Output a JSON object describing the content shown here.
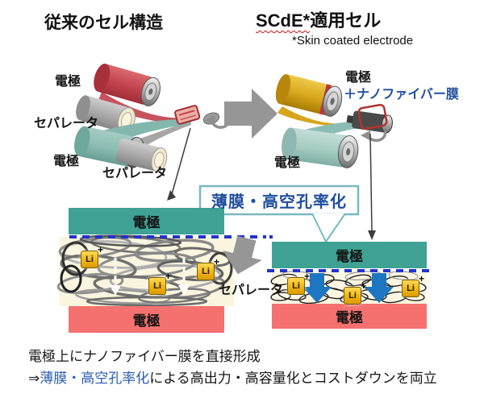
{
  "header": {
    "left_title": "従来のセル構造",
    "right_title_brand": "SCdE*",
    "right_title_rest": "適用セル",
    "right_subtitle": "*Skin coated electrode"
  },
  "left_cluster": {
    "electrode_top_label": "電極",
    "separator_upper_label": "セパレータ",
    "electrode_bottom_label": "電極",
    "separator_lower_label": "セパレータ"
  },
  "right_cluster": {
    "electrode_top_label": "電極",
    "nanofiber_label": "＋ナノファイバー膜",
    "electrode_bottom_label": "電極"
  },
  "callout": {
    "label": "薄膜・高空孔率化"
  },
  "left_detail": {
    "electrode_top": "電極",
    "electrode_bottom": "電極"
  },
  "right_detail": {
    "electrode_top": "電極",
    "electrode_bottom": "電極"
  },
  "separator_mid_label": "セパレータ",
  "ion": {
    "symbol": "Li",
    "charge": "+"
  },
  "footer": {
    "line1": "電極上にナノファイバー膜を直接形成",
    "line2_prefix": "⇒",
    "line2_highlight": "薄膜・高空孔率化",
    "line2_suffix": "による高出力・高容量化とコストダウンを両立"
  },
  "colors": {
    "electrode_teal": "#3FA294",
    "electrode_red": "#F4716F",
    "highlight_blue": "#1F4E9E",
    "callout_border": "#7AB8C0",
    "ion_yellow": "#F2B60A",
    "arrow_blue": "#1C76C2",
    "dashed_blue": "#2233CC",
    "arrow_gray": "#969696",
    "roll_red": "#C4454F",
    "roll_teal": "#8CBDB4",
    "roll_gold": "#D9A81C",
    "roll_gray": "#A8A8A8"
  }
}
